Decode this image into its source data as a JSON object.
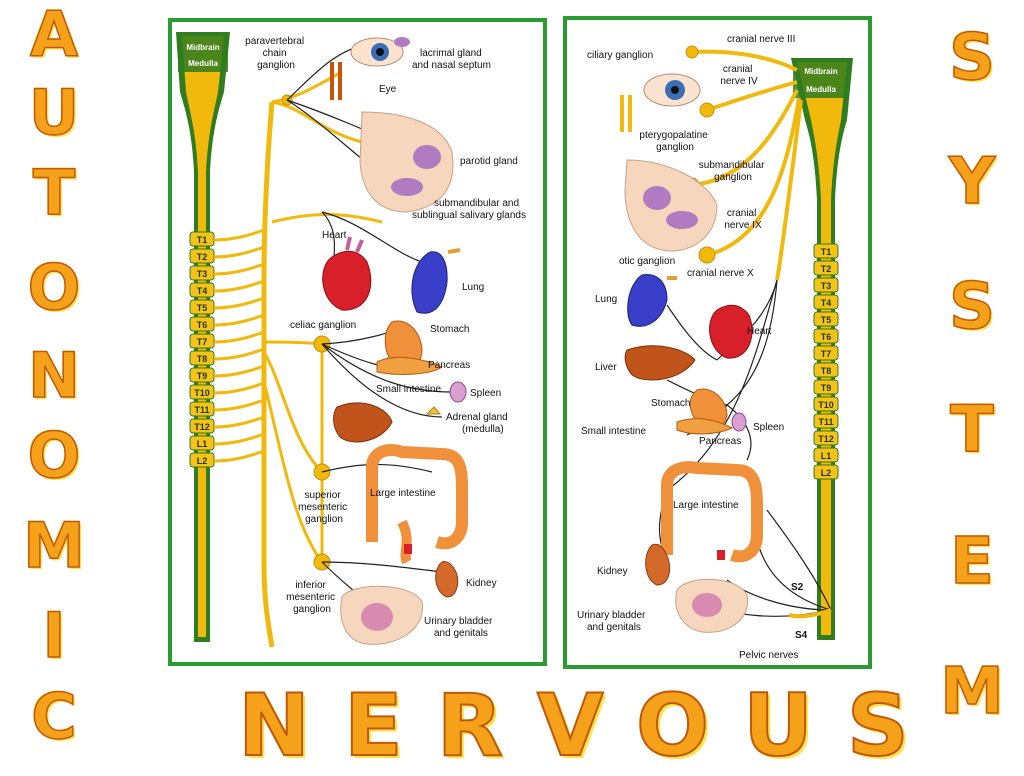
{
  "title": {
    "left_letters": [
      "A",
      "U",
      "T",
      "O",
      "N",
      "O",
      "M",
      "I",
      "C"
    ],
    "bottom_word": "NERVOUS",
    "right_letters": [
      "S",
      "Y",
      "S",
      "T",
      "E",
      "M"
    ]
  },
  "sympathetic": {
    "spinal_labels": {
      "midbrain": "Midbrain",
      "medulla": "Medulla",
      "segments": [
        "T1",
        "T2",
        "T3",
        "T4",
        "T5",
        "T6",
        "T7",
        "T8",
        "T9",
        "T10",
        "T11",
        "T12",
        "L1",
        "L2"
      ]
    },
    "labels": {
      "paravertebral": [
        "paravertebral",
        "chain",
        "ganglion"
      ],
      "eye": "Eye",
      "lacrimal": [
        "lacrimal gland",
        "and nasal septum"
      ],
      "parotid": "parotid gland",
      "submandibular": [
        "submandibular and",
        "sublingual salivary glands"
      ],
      "heart": "Heart",
      "lung": "Lung",
      "celiac": "celiac ganglion",
      "stomach": "Stomach",
      "pancreas": "Pancreas",
      "small_intestine": "Small intestine",
      "spleen": "Spleen",
      "adrenal": [
        "Adrenal gland",
        "(medulla)"
      ],
      "superior_mes": [
        "superior",
        "mesenteric",
        "ganglion"
      ],
      "large_intestine": "Large intestine",
      "inferior_mes": [
        "inferior",
        "mesenteric",
        "ganglion"
      ],
      "kidney": "Kidney",
      "bladder": [
        "Urinary bladder",
        "and genitals"
      ]
    }
  },
  "parasympathetic": {
    "spinal_labels": {
      "midbrain": "Midbrain",
      "medulla": "Medulla",
      "segments": [
        "T1",
        "T2",
        "T3",
        "T4",
        "T5",
        "T6",
        "T7",
        "T8",
        "T9",
        "T10",
        "T11",
        "T12",
        "L1",
        "L2"
      ],
      "s2": "S2",
      "s4": "S4"
    },
    "labels": {
      "cranial3": "cranial nerve III",
      "ciliary": "ciliary ganglion",
      "cranial4": [
        "cranial",
        "nerve IV"
      ],
      "pterygo": [
        "pterygopalatine",
        "ganglion"
      ],
      "submandibular": [
        "submandibular",
        "ganglion"
      ],
      "cranial9": [
        "cranial",
        "nerve IX"
      ],
      "otic": "otic ganglion",
      "cranial10": "cranial nerve X",
      "lung": "Lung",
      "heart": "Heart",
      "liver": "Liver",
      "stomach": "Stomach",
      "small_intestine": "Small intestine",
      "spleen": "Spleen",
      "pancreas": "Pancreas",
      "large_intestine": "Large intestine",
      "kidney": "Kidney",
      "bladder": [
        "Urinary bladder",
        "and genitals"
      ],
      "pelvic": "Pelvic nerves"
    }
  },
  "colors": {
    "nerve": "#f0b90b",
    "nerve_dark": "#c8900a",
    "spine_green": "#2f7d1e",
    "panel_border": "#2b9a30",
    "title_fill": "#f5a21a",
    "title_outline": "#c0580a",
    "lung": "#3a3fc9",
    "heart": "#d8202a",
    "liver": "#c0541a",
    "gut": "#f0903a",
    "gland": "#b07bc0"
  }
}
